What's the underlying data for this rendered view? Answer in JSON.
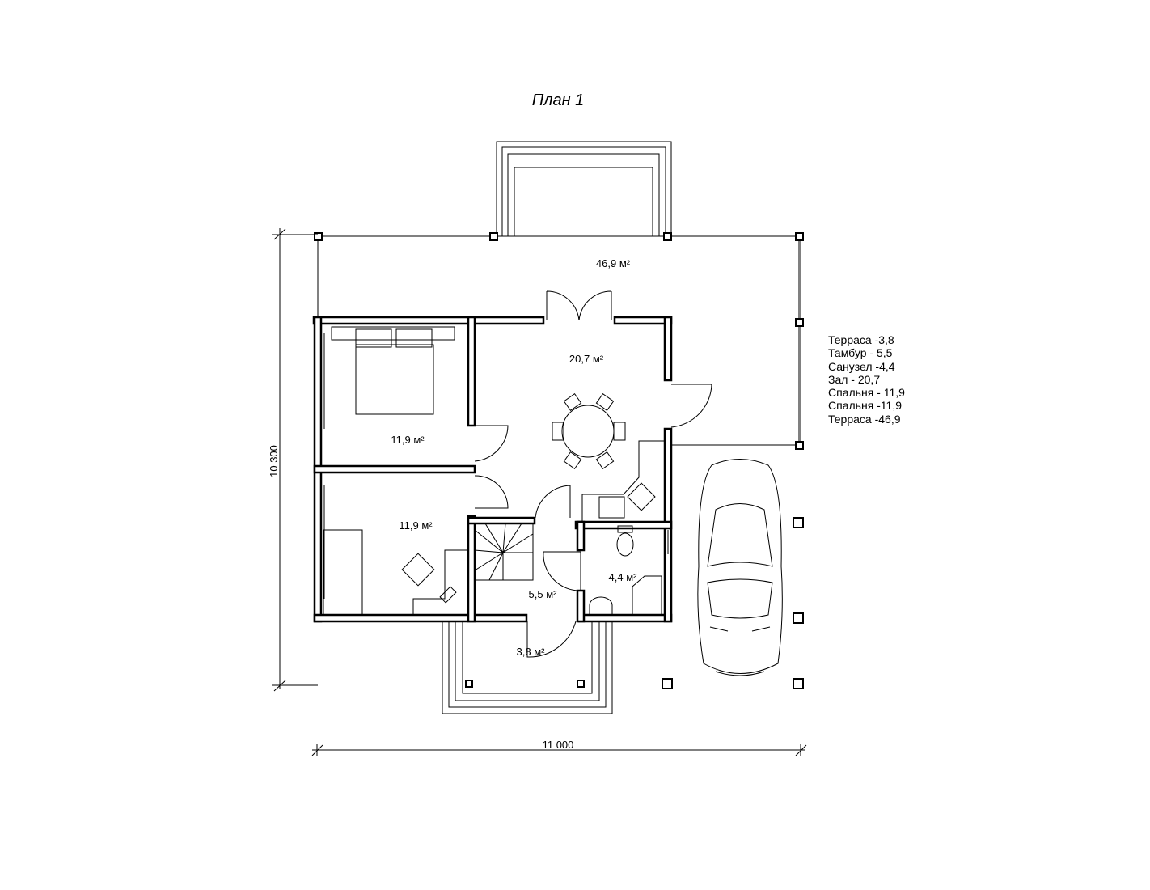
{
  "title": "План 1",
  "dimensions": {
    "height": "10 300",
    "width": "11 000"
  },
  "areas": {
    "terrace_big": "46,9 м²",
    "hall": "20,7 м²",
    "bedroom_1": "11,9 м²",
    "bedroom_2": "11,9 м²",
    "vestibule": "5,5 м²",
    "bathroom": "4,4 м²",
    "terrace_small": "3,8 м²"
  },
  "legend": [
    "Терраса -3,8",
    "Тамбур - 5,5",
    "Санузел -4,4",
    "Зал - 20,7",
    "Спальня - 11,9",
    "Спальня -11,9",
    "Терраса -46,9"
  ]
}
